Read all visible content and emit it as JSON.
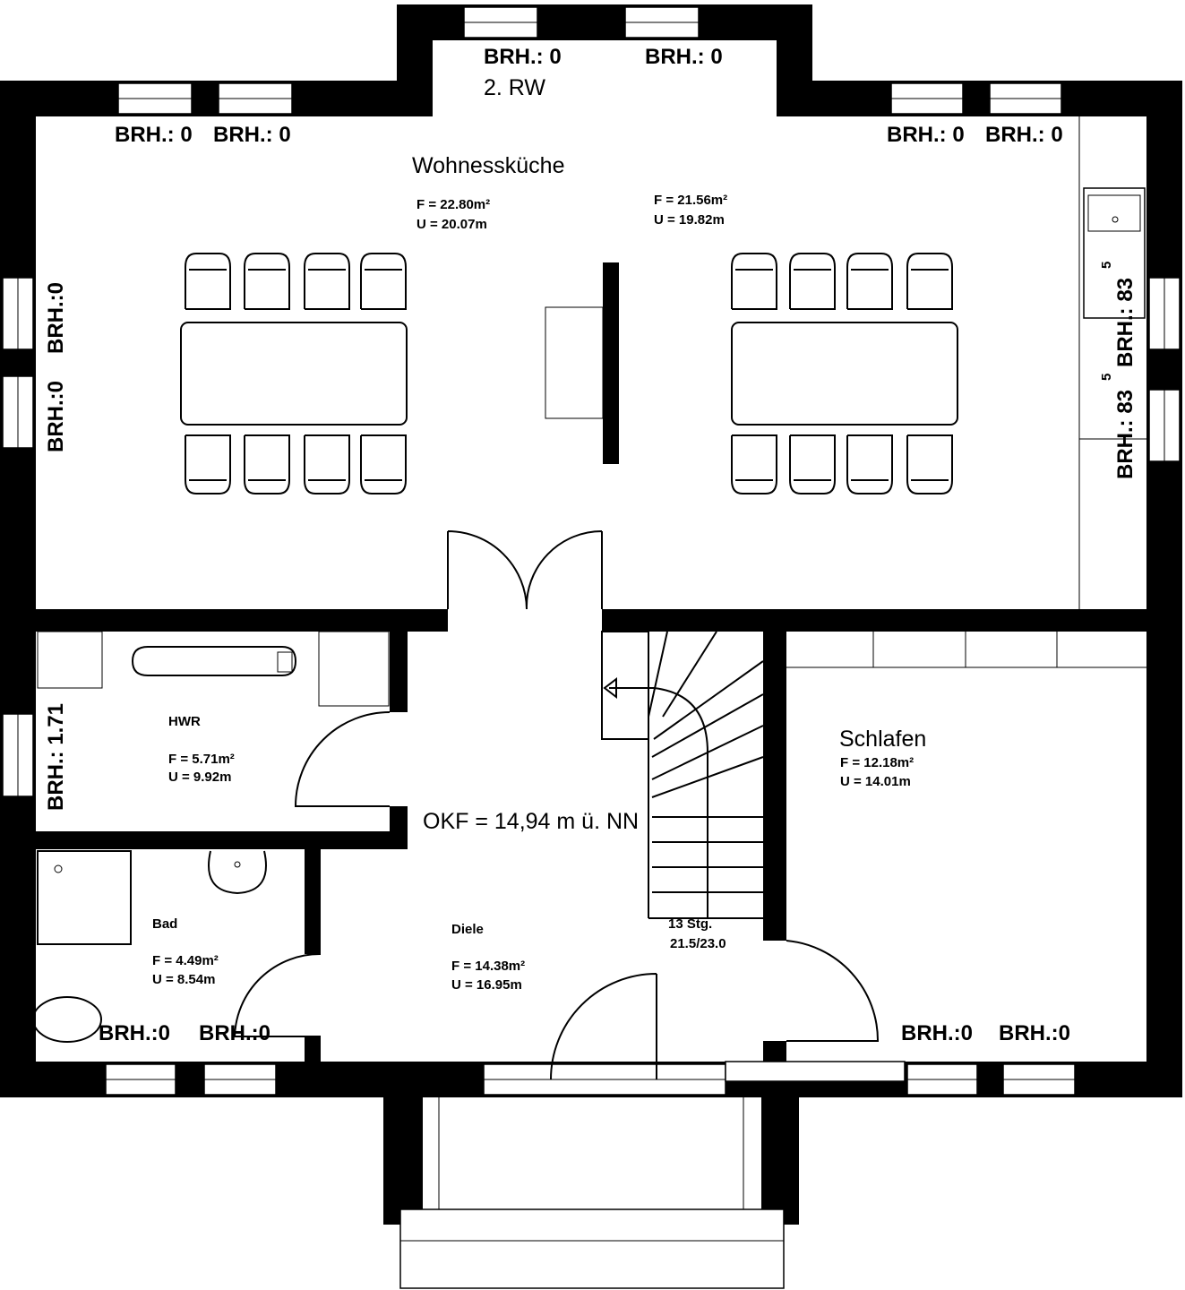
{
  "rooms": {
    "wohn": {
      "name": "Wohnessküche",
      "area_left": "F = 22.80m²",
      "perim_left": "U = 20.07m",
      "area_right": "F = 21.56m²",
      "perim_right": "U = 19.82m",
      "rw": "2. RW"
    },
    "hwr": {
      "name": "HWR",
      "area": "F = 5.71m²",
      "perim": "U = 9.92m"
    },
    "bad": {
      "name": "Bad",
      "area": "F = 4.49m²",
      "perim": "U = 8.54m"
    },
    "diele": {
      "name": "Diele",
      "area": "F = 14.38m²",
      "perim": "U = 16.95m"
    },
    "schlafen": {
      "name": "Schlafen",
      "area": "F = 12.18m²",
      "perim": "U = 14.01m"
    }
  },
  "okf": "OKF = 14,94 m ü. NN",
  "stairs": {
    "steps": "13 Stg.",
    "ratio": "21.5/23.0"
  },
  "brh": {
    "zero": "BRH.: 0",
    "z2": "BRH.:0",
    "hwr": "BRH.: 1.71",
    "r83": "BRH.: 83",
    "sup": "5"
  }
}
